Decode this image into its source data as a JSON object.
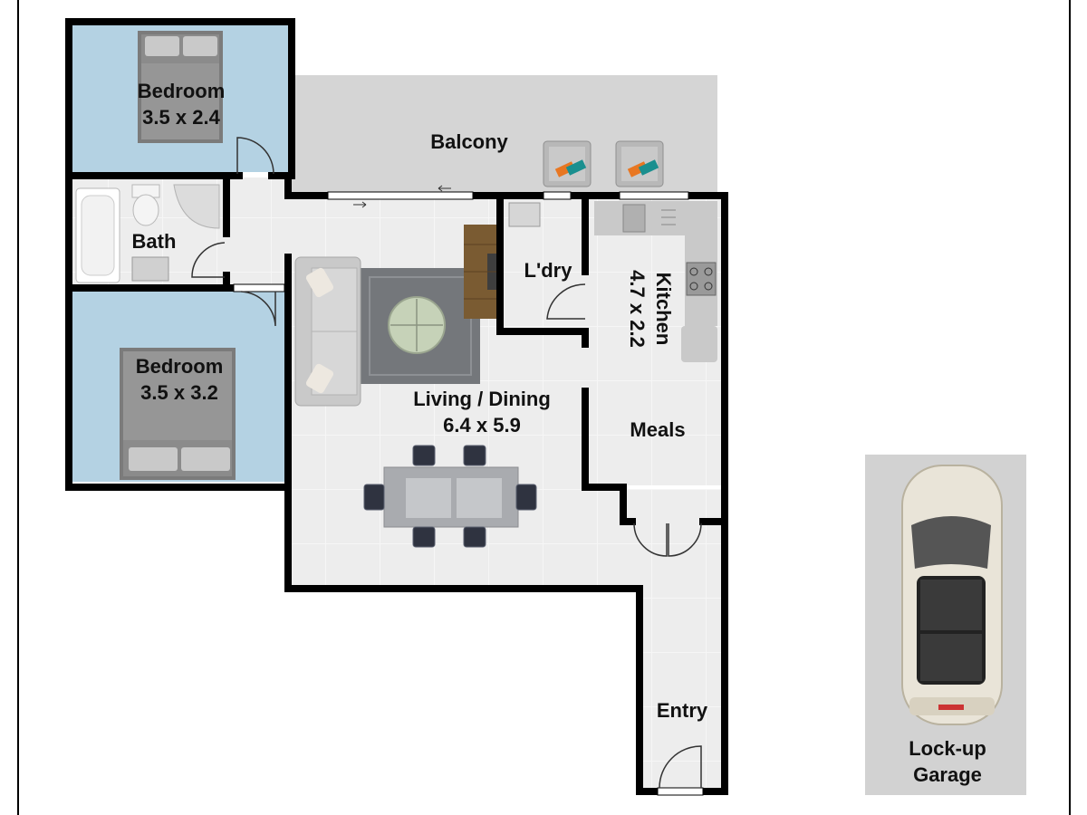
{
  "rooms": {
    "bedroom1": {
      "name": "Bedroom",
      "size": "3.5 x 2.4"
    },
    "balcony": {
      "name": "Balcony"
    },
    "bath": {
      "name": "Bath"
    },
    "laundry": {
      "name": "L'dry"
    },
    "kitchen": {
      "name": "Kitchen",
      "size": "4.7 x 2.2"
    },
    "bedroom2": {
      "name": "Bedroom",
      "size": "3.5 x 3.2"
    },
    "living": {
      "name": "Living / Dining",
      "size": "6.4 x 5.9"
    },
    "meals": {
      "name": "Meals"
    },
    "entry": {
      "name": "Entry"
    },
    "garage": {
      "name_line1": "Lock-up",
      "name_line2": "Garage"
    }
  },
  "colors": {
    "wall": "#000000",
    "floor": "#ececec",
    "bedroom_floor": "#b4d2e3",
    "balcony": "#d5d5d5",
    "garage": "#d2d2d2",
    "rug": "#74777b",
    "furniture": "#c9c9c9",
    "table_wood": "#7a5b32",
    "chair_accent": "#e87722",
    "chair_accent2": "#1a8f8f"
  },
  "icons": [
    "bed-icon",
    "sofa-icon",
    "dining-table-icon",
    "bathtub-icon",
    "toilet-icon",
    "shower-icon",
    "sink-icon",
    "stove-icon",
    "armchair-icon",
    "car-icon",
    "door-swing-icon"
  ]
}
